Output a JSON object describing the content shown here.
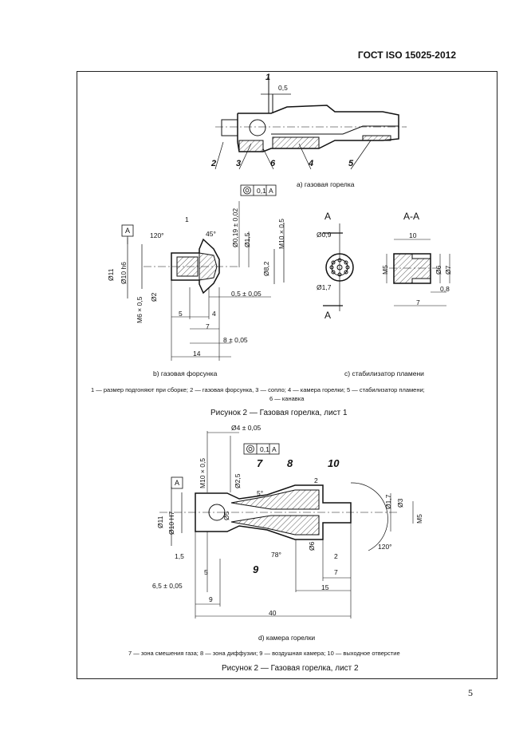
{
  "header": {
    "standard": "ГОСТ ISO 15025-2012"
  },
  "page_number": "5",
  "figure1": {
    "a_caption": "a)  газовая горелка",
    "b_caption": "b)  газовая форсунка",
    "c_caption": "c) стабилизатор пламени",
    "legend_line1": "1 — размер подгоняют при сборке; 2 — газовая форсунка, 3 — сопло; 4 — камера горелки; 5 — стабилизатор пламени;",
    "legend_line2": "6 — канавка",
    "title": "Рисунок 2 — Газовая горелка, лист 1",
    "labels_a": {
      "n1": "1",
      "d05": "0,5",
      "n2": "2",
      "n3": "3",
      "n6": "6",
      "n4": "4",
      "n5": "5"
    },
    "dims_b": {
      "d019": "Ø0,19 ± 0,02",
      "d15": "Ø1,5",
      "m10": "M10 × 0,5",
      "ang120": "120°",
      "ang45": "45°",
      "one": "1",
      "d11": "Ø11",
      "d10h6": "Ø10 h6",
      "d82": "Ø8,2",
      "d2": "Ø2",
      "m6": "M6 × 0,5",
      "d05005": "0,5 ± 0,05",
      "d5": "5",
      "d4": "4",
      "d7": "7",
      "d8005": "8 ± 0,05",
      "d14": "14",
      "datumA": "A",
      "tol_value": "0,1",
      "tol_datum": "A"
    },
    "dims_c": {
      "secA": "A",
      "secAA": "A-A",
      "d09": "Ø0,9",
      "d17": "Ø1,7",
      "d10": "10",
      "m5": "M5",
      "d6": "Ø6",
      "d7dia": "Ø7",
      "d08": "0,8",
      "d7": "7"
    }
  },
  "figure2": {
    "d_caption": "d) камера горелки",
    "legend": "7 — зона смешения газа; 8 — зона диффузии; 9 — воздушная камера; 10 — выходное отверстие",
    "title": "Рисунок 2 — Газовая горелка, лист 2",
    "dims_d": {
      "d4005": "Ø4 ± 0,05",
      "tol_value": "0,1",
      "tol_datum": "A",
      "datumA": "A",
      "m10": "M10 × 0,5",
      "d25": "Ø2,5",
      "n7": "7",
      "n8": "8",
      "n10": "10",
      "ang5": "5°",
      "two_top": "2",
      "d17": "Ø1,7",
      "d3": "Ø3",
      "d11": "Ø11",
      "d10h7": "Ø10 H7",
      "d5": "Ø5",
      "m5": "M5",
      "d6": "Ø6",
      "ang78": "78°",
      "ang120": "120°",
      "d15": "1,5",
      "five": "5",
      "n9": "9",
      "two_bot": "2",
      "seven": "7",
      "d65": "6,5 ± 0,05",
      "nine": "9",
      "fifteen": "15",
      "forty": "40"
    }
  }
}
